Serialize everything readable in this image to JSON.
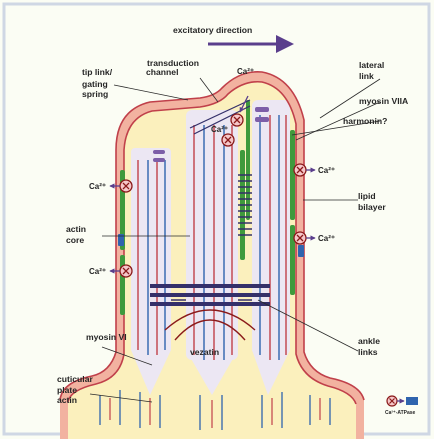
{
  "header": {
    "direction_label": "excitatory direction"
  },
  "labels": {
    "transduction": "transduction",
    "channel": "channel",
    "tip_link": "tip link/",
    "gating": "gating",
    "spring": "spring",
    "lateral": "lateral",
    "link": "link",
    "myosin_viia": "myosin VIIA",
    "harmonin": "harmonin?",
    "lipid": "lipid",
    "bilayer": "bilayer",
    "actin": "actin",
    "core": "core",
    "myosin_vi": "myosin VI",
    "vezatin": "vezatin",
    "ankle": "ankle",
    "links": "links",
    "cuticular": "cuticular",
    "plate": "plate",
    "actin_bottom": "actin",
    "ca_top": "Ca²⁺",
    "ca_inner": "Ca²⁺",
    "ca_left_1": "Ca²⁺",
    "ca_left_2": "Ca²⁺",
    "ca_right_1": "Ca²⁺",
    "ca_right_2": "Ca²⁺",
    "legend_pump": "Ca²⁺-ATPase"
  },
  "colors": {
    "background": "#fbfdf4",
    "membrane": "#f2b2a0",
    "cytoplasm": "#fbf0bd",
    "inner_fill": "#ece7f3",
    "myosin": "#3f9a3c",
    "actin_red": "#c0404a",
    "actin_blue": "#2f64ae",
    "link_navy": "#34306a",
    "arrow": "#5a3e8c"
  },
  "icons": [
    "channel-icon",
    "pump-icon",
    "arrow-icon"
  ]
}
